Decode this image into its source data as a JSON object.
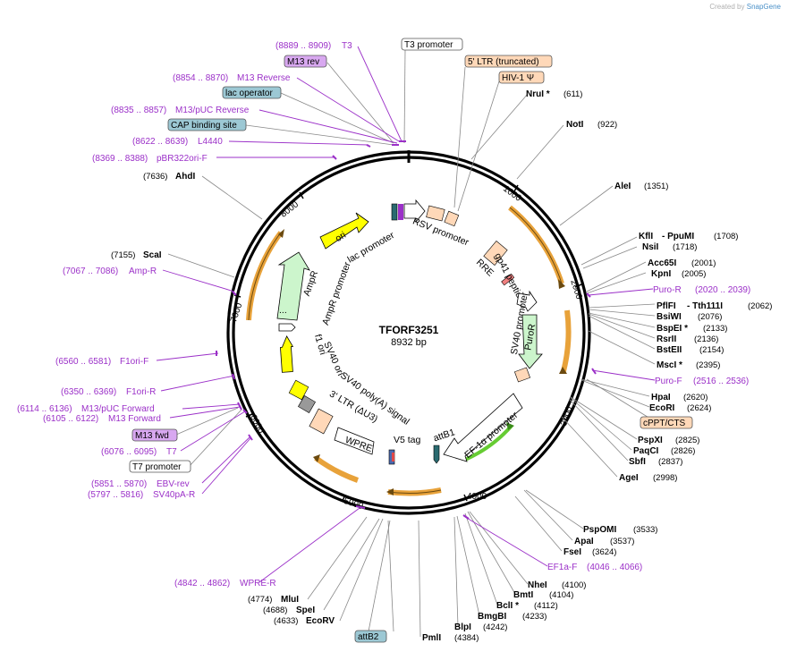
{
  "header": {
    "credit": "Created by",
    "brand": "SnapGene"
  },
  "plasmid": {
    "name": "TFORF3251",
    "size": "8932 bp"
  },
  "ticks": [
    "1000",
    "2000",
    "3000",
    "4000",
    "5000",
    "6000",
    "7000",
    "8000"
  ],
  "boxed_labels": {
    "t3_promoter": "T3 promoter",
    "m13_rev": "M13 rev",
    "lac_operator": "lac operator",
    "cap_site": "CAP binding site",
    "ltr5": "5' LTR (truncated)",
    "hiv": "HIV-1 Ψ",
    "cppt": "cPPT/CTS",
    "m13_fwd": "M13 fwd",
    "t7_promoter": "T7 promoter",
    "attb2": "attB2"
  },
  "primers": {
    "t3": {
      "name": "T3",
      "range": "(8889 .. 8909)"
    },
    "m13_reverse": {
      "name": "M13 Reverse",
      "range": "(8854 .. 8870)"
    },
    "m13puc_reverse": {
      "name": "M13/pUC Reverse",
      "range": "(8835 .. 8857)"
    },
    "l4440": {
      "name": "L4440",
      "range": "(8622 .. 8639)"
    },
    "pbr322ori": {
      "name": "pBR322ori-F",
      "range": "(8369 .. 8388)"
    },
    "ampr": {
      "name": "Amp-R",
      "range": "(7067 .. 7086)"
    },
    "f1ori_f": {
      "name": "F1ori-F",
      "range": "(6560 .. 6581)"
    },
    "f1ori_r": {
      "name": "F1ori-R",
      "range": "(6350 .. 6369)"
    },
    "m13puc_forward": {
      "name": "M13/pUC Forward",
      "range": "(6114 .. 6136)"
    },
    "m13_forward": {
      "name": "M13 Forward",
      "range": "(6105 .. 6122)"
    },
    "t7": {
      "name": "T7",
      "range": "(6076 .. 6095)"
    },
    "ebv_rev": {
      "name": "EBV-rev",
      "range": "(5851 .. 5870)"
    },
    "sv40pa_r": {
      "name": "SV40pA-R",
      "range": "(5797 .. 5816)"
    },
    "wpre_r": {
      "name": "WPRE-R",
      "range": "(4842 .. 4862)"
    },
    "puro_r": {
      "name": "Puro-R",
      "range": "(2020 .. 2039)"
    },
    "puro_f": {
      "name": "Puro-F",
      "range": "(2516 .. 2536)"
    },
    "ef1a_f": {
      "name": "EF1a-F",
      "range": "(4046 .. 4066)"
    }
  },
  "enzymes": {
    "ahdi": {
      "name": "AhdI",
      "pos": "(7636)"
    },
    "scai": {
      "name": "ScaI",
      "pos": "(7155)"
    },
    "nrui": {
      "name": "NruI *",
      "pos": "(611)"
    },
    "noti": {
      "name": "NotI",
      "pos": "(922)"
    },
    "alei": {
      "name": "AleI",
      "pos": "(1351)"
    },
    "kfli": {
      "name": "KflI",
      "pos": "(1708)"
    },
    "ppumi": {
      "name": "- PpuMI",
      "pos": ""
    },
    "nsii": {
      "name": "NsiI",
      "pos": "(1718)"
    },
    "acc65i": {
      "name": "Acc65I",
      "pos": "(2001)"
    },
    "kpni": {
      "name": "KpnI",
      "pos": "(2005)"
    },
    "pfli": {
      "name": "PflFI",
      "pos": ""
    },
    "tth": {
      "name": "- Tth111I",
      "pos": "(2062)"
    },
    "bsiwi": {
      "name": "BsiWI",
      "pos": "(2076)"
    },
    "bspei": {
      "name": "BspEI *",
      "pos": "(2133)"
    },
    "rsrii": {
      "name": "RsrII",
      "pos": "(2136)"
    },
    "bsteii": {
      "name": "BstEII",
      "pos": "(2154)"
    },
    "msci": {
      "name": "MscI *",
      "pos": "(2395)"
    },
    "hpai": {
      "name": "HpaI",
      "pos": "(2620)"
    },
    "ecori": {
      "name": "EcoRI",
      "pos": "(2624)"
    },
    "pspxi": {
      "name": "PspXI",
      "pos": "(2825)"
    },
    "paqci": {
      "name": "PaqCI",
      "pos": "(2826)"
    },
    "sbfi": {
      "name": "SbfI",
      "pos": "(2837)"
    },
    "agei": {
      "name": "AgeI",
      "pos": "(2998)"
    },
    "pspomi": {
      "name": "PspOMI",
      "pos": "(3533)"
    },
    "apai": {
      "name": "ApaI",
      "pos": "(3537)"
    },
    "fsei": {
      "name": "FseI",
      "pos": "(3624)"
    },
    "nhei": {
      "name": "NheI",
      "pos": "(4100)"
    },
    "bmti": {
      "name": "BmtI",
      "pos": "(4104)"
    },
    "bcli": {
      "name": "BclI *",
      "pos": "(4112)"
    },
    "bmgbi": {
      "name": "BmgBI",
      "pos": "(4233)"
    },
    "blpi": {
      "name": "BlpI",
      "pos": "(4242)"
    },
    "pmli": {
      "name": "PmlI",
      "pos": "(4384)"
    },
    "mlui": {
      "name": "MluI",
      "pos": "(4774)"
    },
    "spei": {
      "name": "SpeI",
      "pos": "(4688)"
    },
    "ecorv": {
      "name": "EcoRV",
      "pos": "(4633)"
    }
  },
  "features": {
    "ori": "ori",
    "lac_promoter": "lac promoter",
    "rsv_promoter": "RSV promoter",
    "rre": "RRE",
    "gp41": "gp41 peptide",
    "sv40_promoter": "SV40 promoter",
    "puror": "PuroR",
    "ef1a_promoter": "EF-1α promoter",
    "attb1": "attB1",
    "v5_tag": "V5 tag",
    "wpre": "WPRE",
    "ltr3": "3' LTR (ΔU3)",
    "sv40_polya": "SV40 poly(A) signal",
    "sv40_ori": "SV40 ori",
    "f1_ori": "f1 ori",
    "ampr_promoter": "AmpR promoter",
    "ampr": "AmpR",
    "ellipsis": "..."
  },
  "colors": {
    "primer": "#9b30c8",
    "enzyme_line": "#888888",
    "orf_arrow": "#e8a23a",
    "ori": "#ffff00",
    "ampr": "#ccf5cc",
    "ltr": "#ffd8b8",
    "boxed_blue": "#9cc8d4",
    "boxed_purple": "#d8a8f0"
  }
}
